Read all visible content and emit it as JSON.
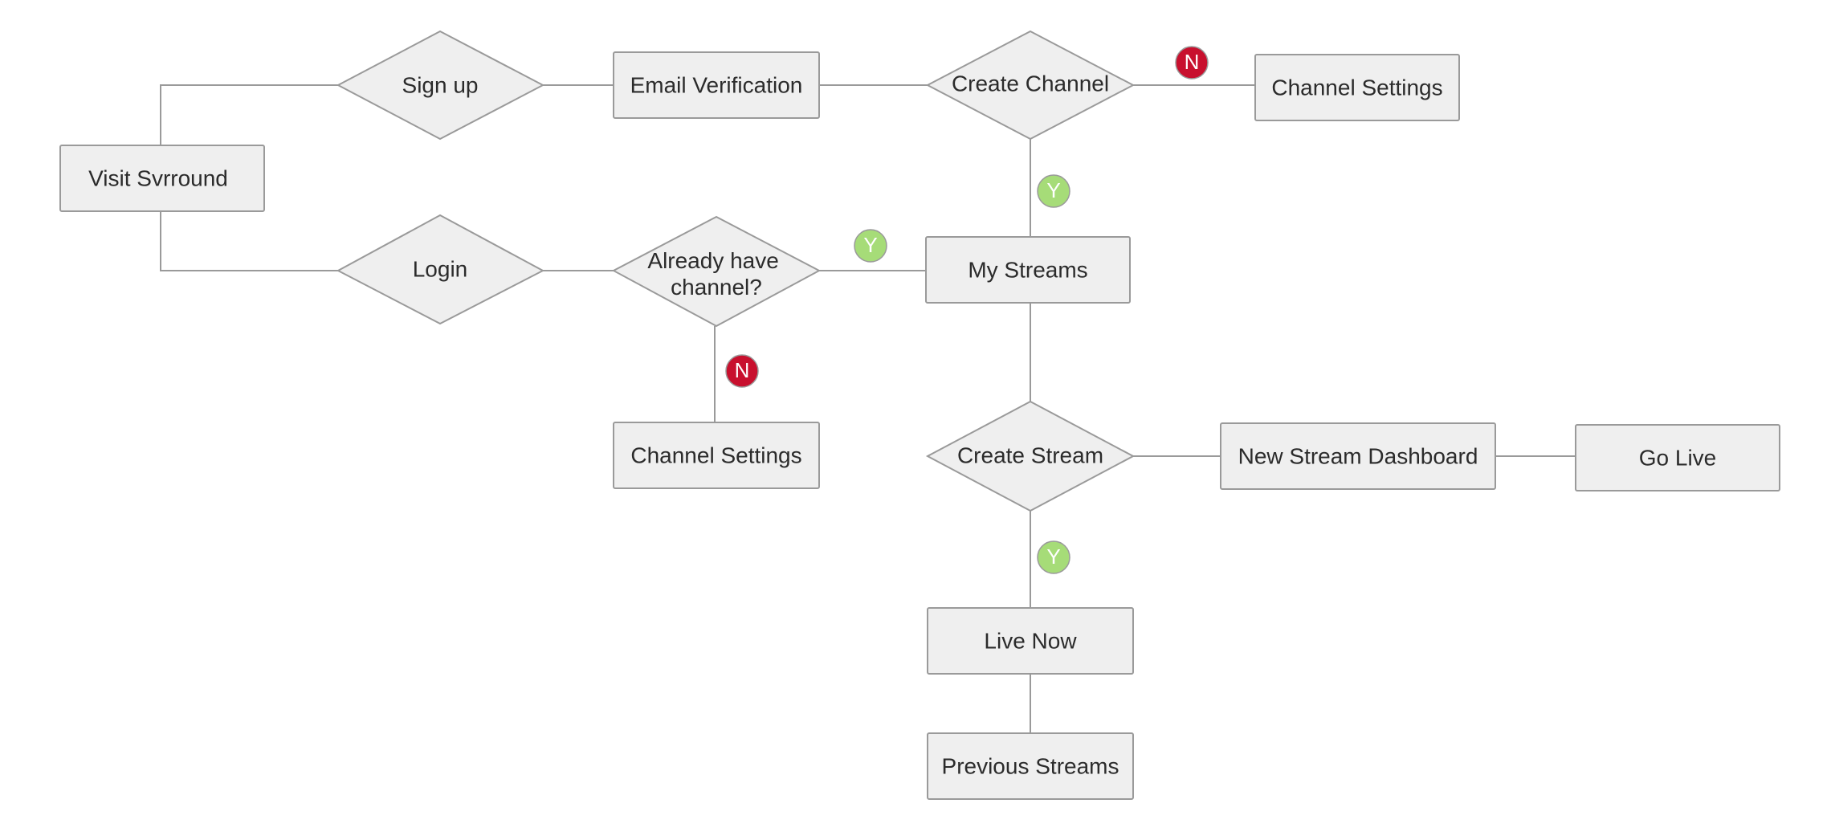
{
  "diagram": {
    "nodes": {
      "visit": "Visit Svrround",
      "signup": "Sign up",
      "login": "Login",
      "email_verification": "Email Verification",
      "create_channel": "Create Channel",
      "channel_settings_top": "Channel Settings",
      "already_have_channel_line1": "Already have",
      "already_have_channel_line2": "channel?",
      "my_streams": "My Streams",
      "channel_settings_bottom": "Channel Settings",
      "create_stream": "Create Stream",
      "new_stream_dashboard": "New Stream Dashboard",
      "go_live": "Go Live",
      "live_now": "Live Now",
      "previous_streams": "Previous Streams"
    },
    "badges": {
      "create_channel_no": "N",
      "create_channel_yes": "Y",
      "already_have_yes": "Y",
      "already_have_no": "N",
      "create_stream_yes": "Y"
    },
    "colors": {
      "node_fill": "#efefef",
      "node_stroke": "#9a9a9a",
      "connector": "#9a9a9a",
      "badge_yes": "#a6dc78",
      "badge_no": "#c8102e"
    }
  }
}
